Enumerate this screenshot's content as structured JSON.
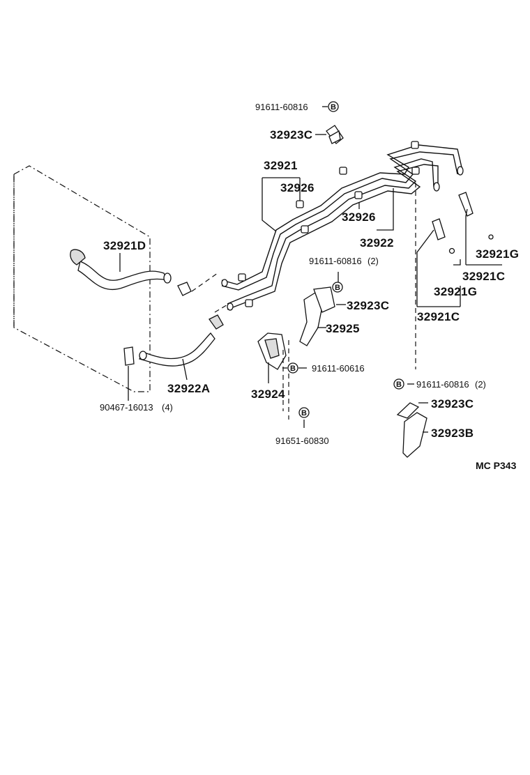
{
  "diagram": {
    "code": "MC P343",
    "labels": {
      "p1": "91611-60816",
      "p2": "32923C",
      "p3": "32921",
      "p4": "32926",
      "p5": "32926",
      "p6": "32922",
      "p7": "32921D",
      "p8": "91611-60816",
      "p8q": "(2)",
      "p9": "32923C",
      "p10": "32925",
      "p11": "32921G",
      "p12": "32921C",
      "p13": "32921G",
      "p14": "32921C",
      "p15": "91611-60616",
      "p16": "32924",
      "p17": "32922A",
      "p18": "90467-16013",
      "p18q": "(4)",
      "p19": "91611-60816",
      "p19q": "(2)",
      "p20": "32923C",
      "p21": "32923B",
      "p22": "91651-60830"
    },
    "bolt_marker": "B"
  }
}
